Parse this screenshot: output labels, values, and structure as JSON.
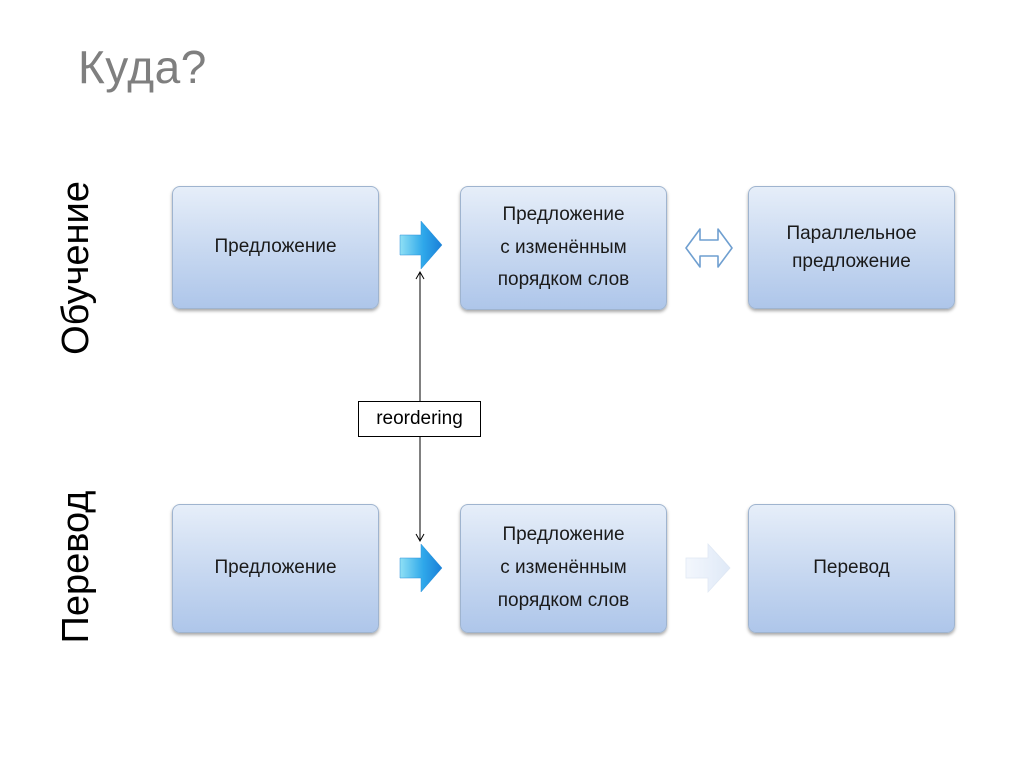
{
  "title": "Куда?",
  "rows": {
    "training": {
      "label": "Обучение",
      "box1": "Предложение",
      "box2": [
        "Предложение",
        "с изменённым",
        "порядком слов"
      ],
      "box3": [
        "Параллельное",
        "предложение"
      ]
    },
    "translation": {
      "label": "Перевод",
      "box1": "Предложение",
      "box2": [
        "Предложение",
        "с изменённым",
        "порядком слов"
      ],
      "box3": "Перевод"
    }
  },
  "connector_label": "reordering",
  "colors": {
    "title": "#7f7f7f",
    "box_fill_top": "#e6eef9",
    "box_fill_bottom": "#aec6ea",
    "box_border": "#9fb4cf",
    "arrow_blue_light": "#8fe0f5",
    "arrow_blue_dark": "#1a7fd8",
    "arrow_faded": "#e4eefa",
    "double_arrow_stroke": "#6f9fd0"
  }
}
